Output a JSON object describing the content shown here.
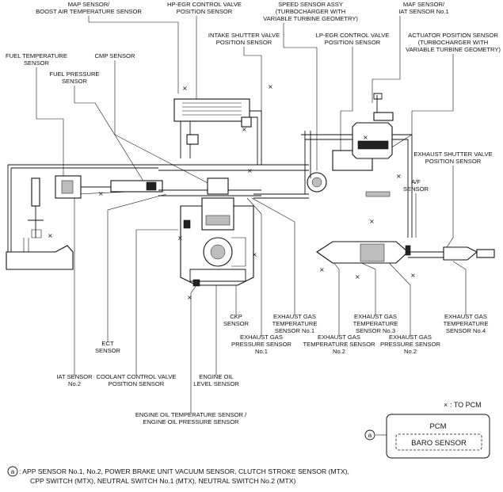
{
  "labels": {
    "map_sensor": [
      "MAP SENSOR/",
      "BOOST AIR TEMPERATURE SENSOR"
    ],
    "hp_egr": [
      "HP-EGR CONTROL VALVE",
      "POSITION SENSOR"
    ],
    "speed_sensor": [
      "SPEED SENSOR ASSY",
      "(TURBOCHARGER WITH",
      "VARIABLE TURBINE GEOMETRY)"
    ],
    "maf_sensor": [
      "MAF SENSOR/",
      "IAT SENSOR No.1"
    ],
    "intake_shutter": [
      "INTAKE SHUTTER VALVE",
      "POSITION SENSOR"
    ],
    "lp_egr": [
      "LP-EGR CONTROL VALVE",
      "POSITION SENSOR"
    ],
    "actuator_pos": [
      "ACTUATOR POSITION SENSOR",
      "(TURBOCHARGER WITH",
      "VARIABLE TURBINE GEOMETRY)"
    ],
    "fuel_temp": [
      "FUEL TEMPERATURE",
      "SENSOR"
    ],
    "cmp": [
      "CMP SENSOR"
    ],
    "fuel_pressure": [
      "FUEL PRESSURE",
      "SENSOR"
    ],
    "exhaust_shutter": [
      "EXHAUST SHUTTER VALVE",
      "POSITION SENSOR"
    ],
    "af_sensor": [
      "A/F",
      "SENSOR"
    ],
    "ckp": [
      "CKP",
      "SENSOR"
    ],
    "egt1": [
      "EXHAUST GAS",
      "TEMPERATURE",
      "SENSOR No.1"
    ],
    "egt3": [
      "EXHAUST GAS",
      "TEMPERATURE",
      "SENSOR No.3"
    ],
    "egt4": [
      "EXHAUST GAS",
      "TEMPERATURE",
      "SENSOR No.4"
    ],
    "ect": [
      "ECT",
      "SENSOR"
    ],
    "egp1": [
      "EXHAUST GAS",
      "PRESSURE SENSOR",
      "No.1"
    ],
    "egt2": [
      "EXHAUST GAS",
      "TEMPERATURE SENSOR",
      "No.2"
    ],
    "egp2": [
      "EXHAUST GAS",
      "PRESSURE SENSOR",
      "No.2"
    ],
    "iat2": [
      "IAT SENSOR",
      "No.2"
    ],
    "coolant_valve": [
      "COOLANT CONTROL VALVE",
      "POSITION SENSOR"
    ],
    "oil_level": [
      "ENGINE OIL",
      "LEVEL SENSOR"
    ],
    "oil_temp": [
      "ENGINE OIL TEMPERATURE SENSOR /",
      "ENGINE OIL PRESSURE SENSOR"
    ]
  },
  "legend": {
    "mark": "×",
    "text": ": TO PCM"
  },
  "pcm_box": {
    "title": "PCM",
    "inner": "BARO SENSOR",
    "callout": "a"
  },
  "footnote": {
    "marker": "a",
    "line1": ": APP SENSOR No.1, No.2, POWER BRAKE UNIT VACUUM SENSOR, CLUTCH STROKE SENSOR (MTX),",
    "line2": "CPP SWITCH (MTX), NEUTRAL SWITCH No.1 (MTX), NEUTRAL SWITCH No.2 (MTX)"
  }
}
